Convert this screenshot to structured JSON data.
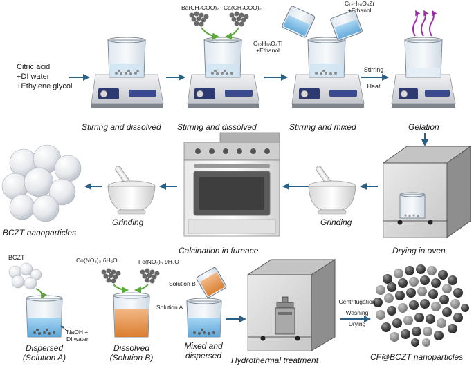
{
  "row1": {
    "start_reagents": [
      "Citric acid",
      "+DI water",
      "+Ethylene glycol"
    ],
    "precursor_ba": "Ba(CH₃COO)₂",
    "precursor_ca": "Ca(CH₃COO)₂",
    "precursor_ti": [
      "C₁₂H₂₈O₄Ti",
      "+Ethanol"
    ],
    "precursor_zr": [
      "C₁₂H₂₈O₄Zr",
      "+Ethanol"
    ],
    "condition_stirring": "Stirring",
    "condition_heat": "Heat",
    "caption_step1": "Stirring and dissolved",
    "caption_step2": "Stirring and dissolved",
    "caption_step3": "Stirring and mixed",
    "caption_gelation": "Gelation"
  },
  "row2": {
    "caption_bczt": "BCZT nanoparticles",
    "caption_grinding_left": "Grinding",
    "caption_calcination": "Calcination in furnace",
    "caption_grinding_right": "Grinding",
    "caption_drying": "Drying in oven"
  },
  "row3": {
    "label_bczt": "BCZT",
    "label_naoh": [
      "NaOH +",
      "DI water"
    ],
    "caption_dispersed": [
      "Dispersed",
      "(Solution A)"
    ],
    "precursor_co": "Co(NO₃)₂·6H₂O",
    "precursor_fe": "Fe(NO₃)₃·9H₂O",
    "caption_dissolved": [
      "Dissolved",
      "(Solution B)"
    ],
    "label_solution_b": "Solution B",
    "label_solution_a": "Solution A",
    "caption_mixed": [
      "Mixed and",
      "dispersed"
    ],
    "caption_hydrothermal": "Hydrothermal treatment",
    "post_steps": [
      "Centrifugation",
      "Washing",
      "Drying"
    ],
    "caption_cf_bczt": "CF@BCZT nanoparticles"
  },
  "colors": {
    "arrow": "#2a5f86",
    "powder_arrow": "#5aa83a",
    "vapor": "#9b2fa8",
    "solution_a": "#4f9fd6",
    "solution_b": "#d9741f"
  }
}
